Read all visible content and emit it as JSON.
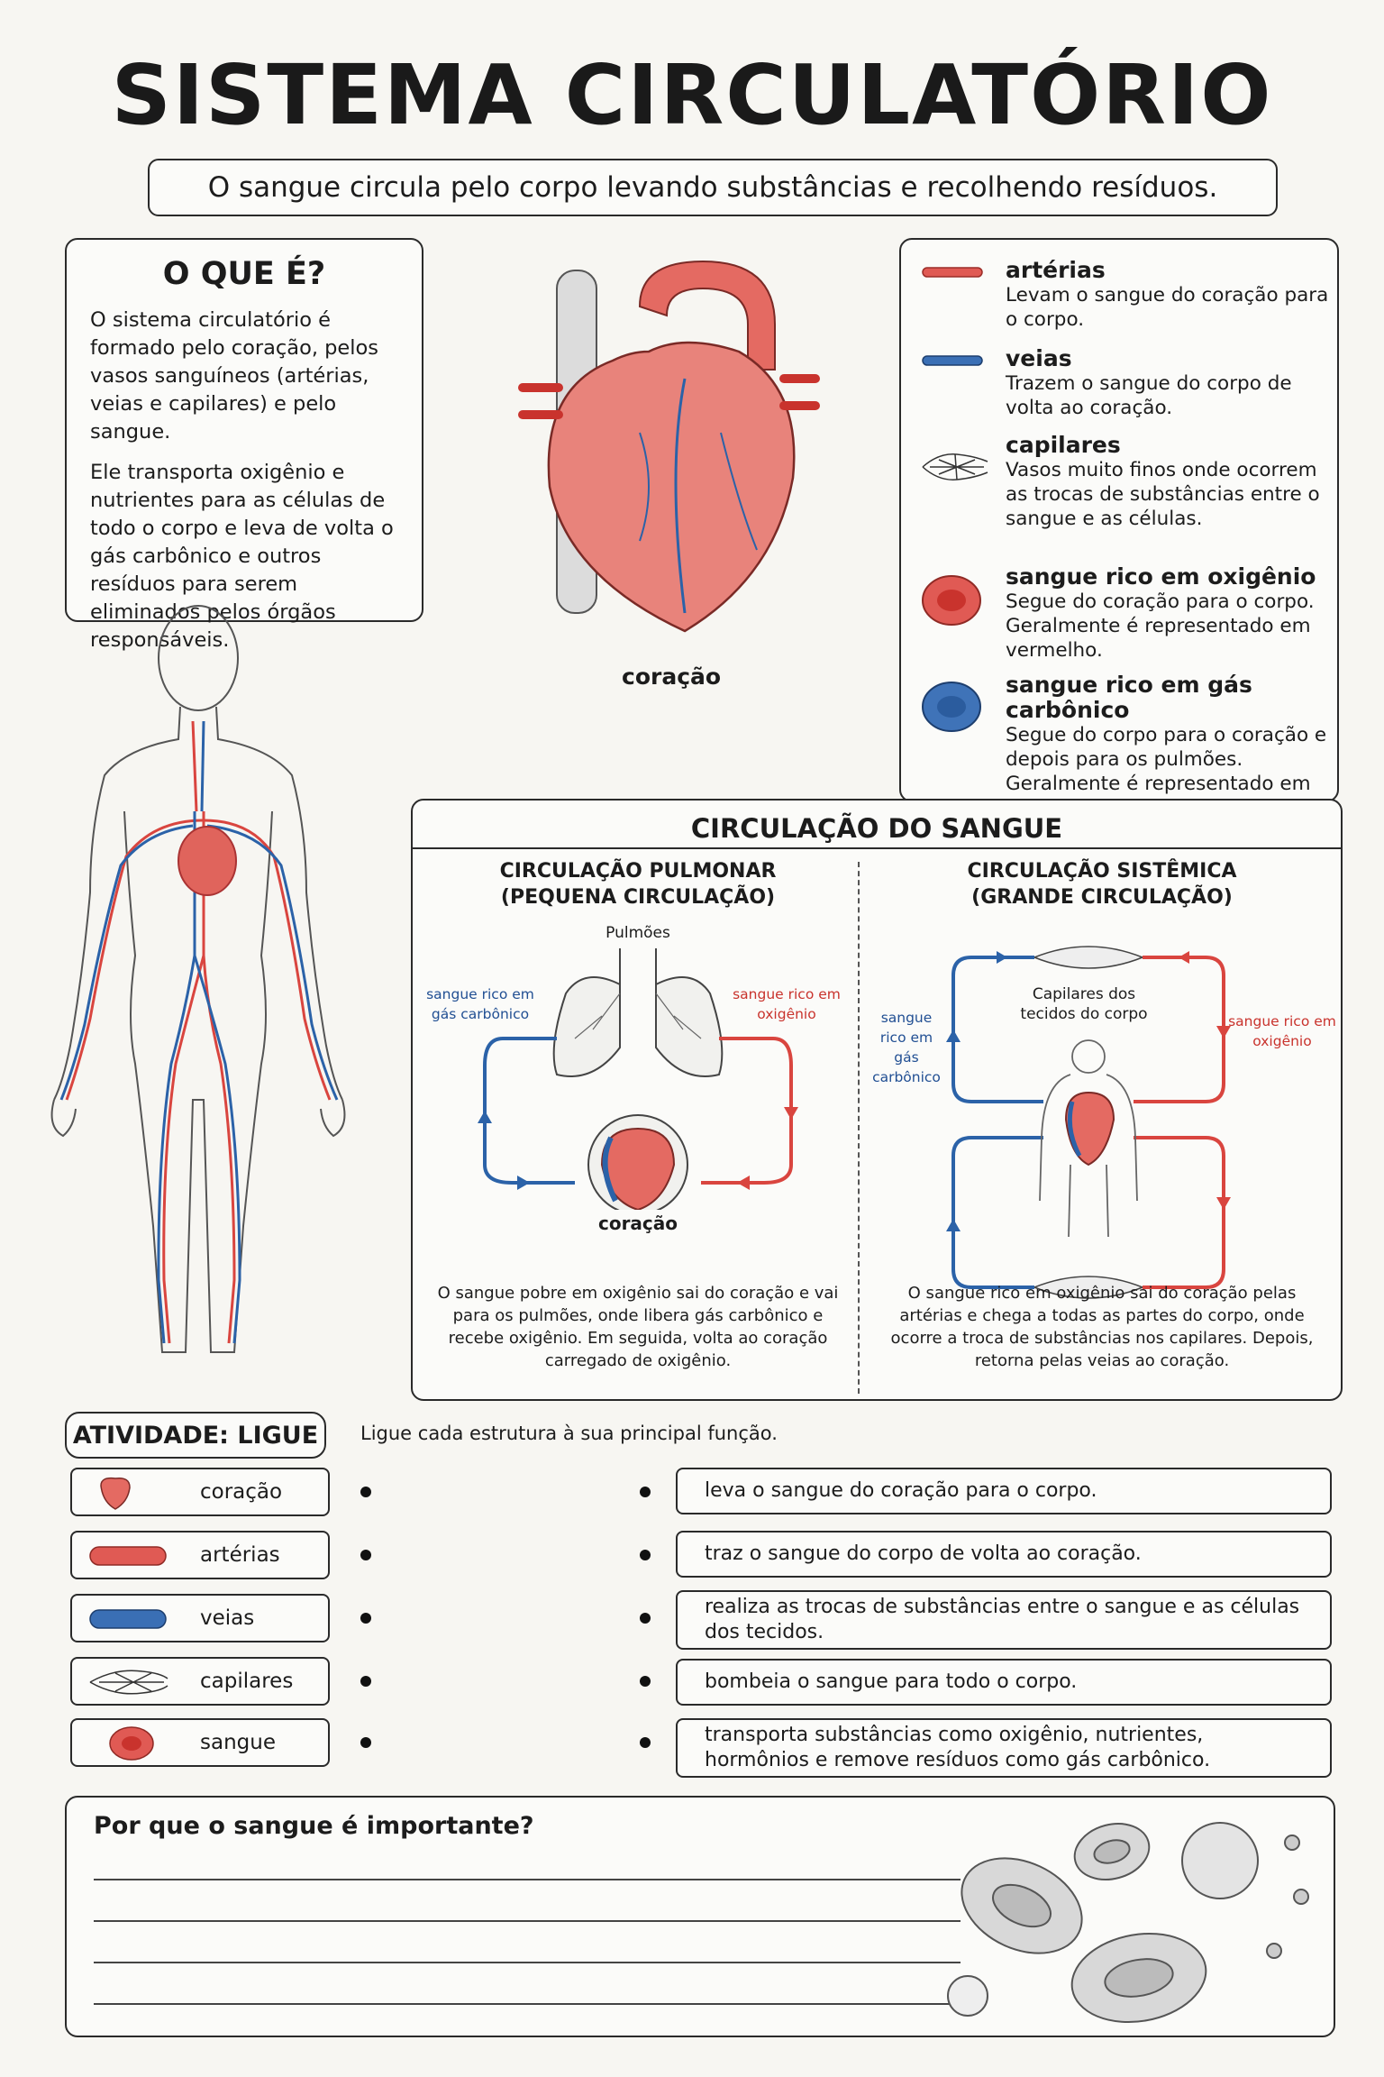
{
  "title": "SISTEMA CIRCULATÓRIO",
  "subtitle": "O sangue circula pelo corpo levando substâncias e recolhendo resíduos.",
  "what_is": {
    "heading": "O QUE É?",
    "paragraph1": "O sistema circulatório é formado pelo coração, pelos vasos sanguíneos (artérias, veias e capilares) e pelo sangue.",
    "paragraph2": "Ele transporta oxigênio e nutrientes para as células de todo o corpo e leva de volta o gás carbônico e outros resíduos para serem eliminados pelos órgãos responsáveis."
  },
  "heart_label": "coração",
  "legend": [
    {
      "title": "artérias",
      "desc": "Levam o sangue do coração para o corpo.",
      "icon": "artery-icon"
    },
    {
      "title": "veias",
      "desc": "Trazem o sangue do corpo de volta ao coração.",
      "icon": "vein-icon"
    },
    {
      "title": "capilares",
      "desc": "Vasos muito finos onde ocorrem as trocas de substâncias entre o sangue e as células.",
      "icon": "capillary-icon"
    },
    {
      "title": "sangue rico em oxigênio",
      "desc": "Segue do coração para o corpo. Geralmente é representado em vermelho.",
      "icon": "red-blood-cell-icon"
    },
    {
      "title": "sangue rico em gás carbônico",
      "desc": "Segue do corpo para o coração e depois para os pulmões. Geralmente é representado em azul.",
      "icon": "blue-blood-cell-icon"
    }
  ],
  "circulation": {
    "title": "CIRCULAÇÃO DO SANGUE",
    "pulmonary": {
      "heading_line1": "CIRCULAÇÃO PULMONAR",
      "heading_line2": "(PEQUENA CIRCULAÇÃO)",
      "lungs_label": "Pulmões",
      "left_label": "sangue rico em gás carbônico",
      "right_label": "sangue rico em oxigênio",
      "heart_label": "coração",
      "description": "O sangue pobre em oxigênio sai do coração e vai para os pulmões, onde libera gás carbônico e recebe oxigênio. Em seguida, volta ao coração carregado de oxigênio."
    },
    "systemic": {
      "heading_line1": "CIRCULAÇÃO SISTÊMICA",
      "heading_line2": "(GRANDE CIRCULAÇÃO)",
      "capillaries_label": "Capilares dos tecidos do corpo",
      "left_label": "sangue rico em gás carbônico",
      "right_label": "sangue rico em oxigênio",
      "description": "O sangue rico em oxigênio sai do coração pelas artérias e chega a todas as partes do corpo, onde ocorre a troca de substâncias nos capilares. Depois, retorna pelas veias ao coração."
    }
  },
  "activity": {
    "tag": "ATIVIDADE: LIGUE",
    "instruction": "Ligue cada estrutura à sua principal função.",
    "left": [
      "coração",
      "artérias",
      "veias",
      "capilares",
      "sangue"
    ],
    "right": [
      "leva o sangue do coração para o corpo.",
      "traz o sangue do corpo de volta ao coração.",
      "realiza as trocas de substâncias entre o sangue e as células dos tecidos.",
      "bombeia o sangue para todo o corpo.",
      "transporta substâncias como oxigênio, nutrientes, hormônios e remove resíduos como gás carbônico."
    ]
  },
  "question": "Por que o sangue é importante?",
  "colors": {
    "artery": "#d9453f",
    "vein": "#2b62a8",
    "outline": "#2a2a2a"
  }
}
